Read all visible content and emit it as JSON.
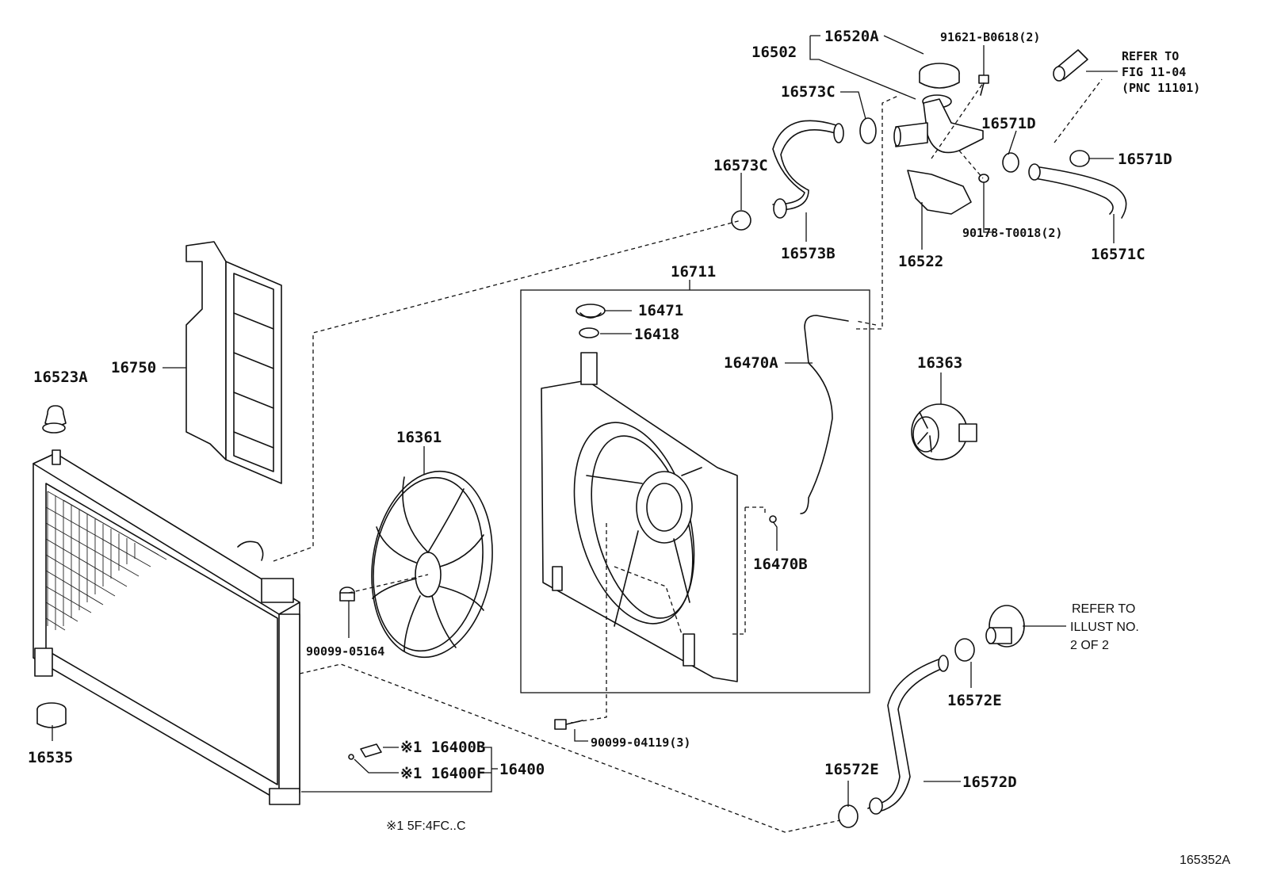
{
  "labels": {
    "p16520A": "16520A",
    "p16502": "16502",
    "p91621": "91621-B0618(2)",
    "refer_fig_1": "REFER TO",
    "refer_fig_2": "FIG 11-04",
    "refer_fig_3": "(PNC 11101)",
    "p16573C_top": "16573C",
    "p16571D_left": "16571D",
    "p16571D_right": "16571D",
    "p16573C_left": "16573C",
    "p16573B": "16573B",
    "p16522": "16522",
    "p90178": "90178-T0018(2)",
    "p16571C": "16571C",
    "p16711": "16711",
    "p16471": "16471",
    "p16418": "16418",
    "p16470A": "16470A",
    "p16363": "16363",
    "p16523A": "16523A",
    "p16750": "16750",
    "p16361": "16361",
    "p16470B": "16470B",
    "refer_illust_1": "REFER TO",
    "refer_illust_2": "ILLUST NO.",
    "refer_illust_3": "2 OF 2",
    "p90099_05164": "90099-05164",
    "p16572E_right": "16572E",
    "p90099_04119": "90099-04119(3)",
    "p16535": "16535",
    "p16400B": "※1 16400B",
    "p16400F": "※1 16400F",
    "p16400": "16400",
    "p16572E_bottom": "16572E",
    "p16572D": "16572D",
    "footnote": "※1 5F:4FC..C",
    "figure_id": "165352A"
  }
}
